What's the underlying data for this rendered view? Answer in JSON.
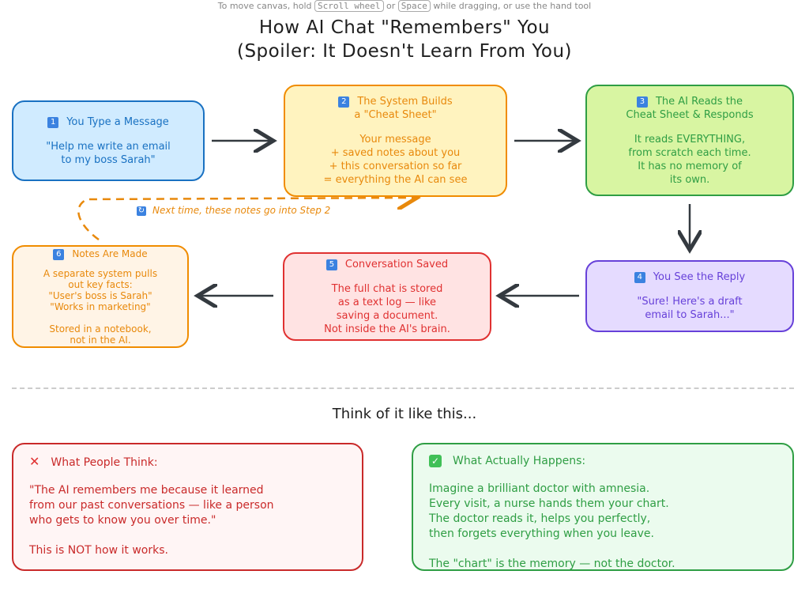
{
  "hint": {
    "pre": "To move canvas, hold",
    "key1": "Scroll wheel",
    "mid": "or",
    "key2": "Space",
    "post": "while dragging, or use the hand tool"
  },
  "title": {
    "line1": "How AI Chat \"Remembers\" You",
    "line2": "(Spoiler: It Doesn't Learn From You)"
  },
  "steps": [
    {
      "num": "1",
      "heading": "You Type a Message",
      "body": "\"Help me write an email\nto my boss Sarah\""
    },
    {
      "num": "2",
      "heading": "The System Builds\na \"Cheat Sheet\"",
      "body": "Your message\n+ saved notes about you\n+ this conversation so far\n= everything the AI can see"
    },
    {
      "num": "3",
      "heading": "The AI Reads the\nCheat Sheet & Responds",
      "body": "It reads EVERYTHING,\nfrom scratch each time.\nIt has no memory of\nits own."
    },
    {
      "num": "4",
      "heading": "You See the Reply",
      "body": "\"Sure! Here's a draft\nemail to Sarah...\""
    },
    {
      "num": "5",
      "heading": "Conversation Saved",
      "body": "The full chat is stored\nas a text log — like\nsaving a document.\nNot inside the AI's brain."
    },
    {
      "num": "6",
      "heading": "Notes Are Made",
      "body": "A separate system pulls\nout key facts:\n\"User's boss is Sarah\"\n\"Works in marketing\"\n\nStored in a notebook,\nnot in the AI."
    }
  ],
  "loop_note": {
    "icon": "repeat-icon",
    "text": "Next time, these notes go into Step 2"
  },
  "analogy_heading": "Think of it like this...",
  "myth": {
    "icon": "cross-mark-icon",
    "icon_glyph": "✕",
    "heading": "What People Think:",
    "body": "\"The AI remembers me because it learned\nfrom our past conversations — like a person\nwho gets to know you over time.\"\n\nThis is NOT how it works."
  },
  "reality": {
    "icon": "check-mark-icon",
    "icon_glyph": "✓",
    "heading": "What Actually Happens:",
    "body": "Imagine a brilliant doctor with amnesia.\nEvery visit, a nurse hands them your chart.\nThe doctor reads it, helps you perfectly,\nthen forgets everything when you leave.\n\nThe \"chart\" is the memory — not the doctor."
  },
  "colors": {
    "blue": "#1971c2",
    "yellow": "#f08c00",
    "green": "#2f9e44",
    "purple": "#6741d9",
    "red": "#e03131",
    "orange": "#e8890c"
  }
}
